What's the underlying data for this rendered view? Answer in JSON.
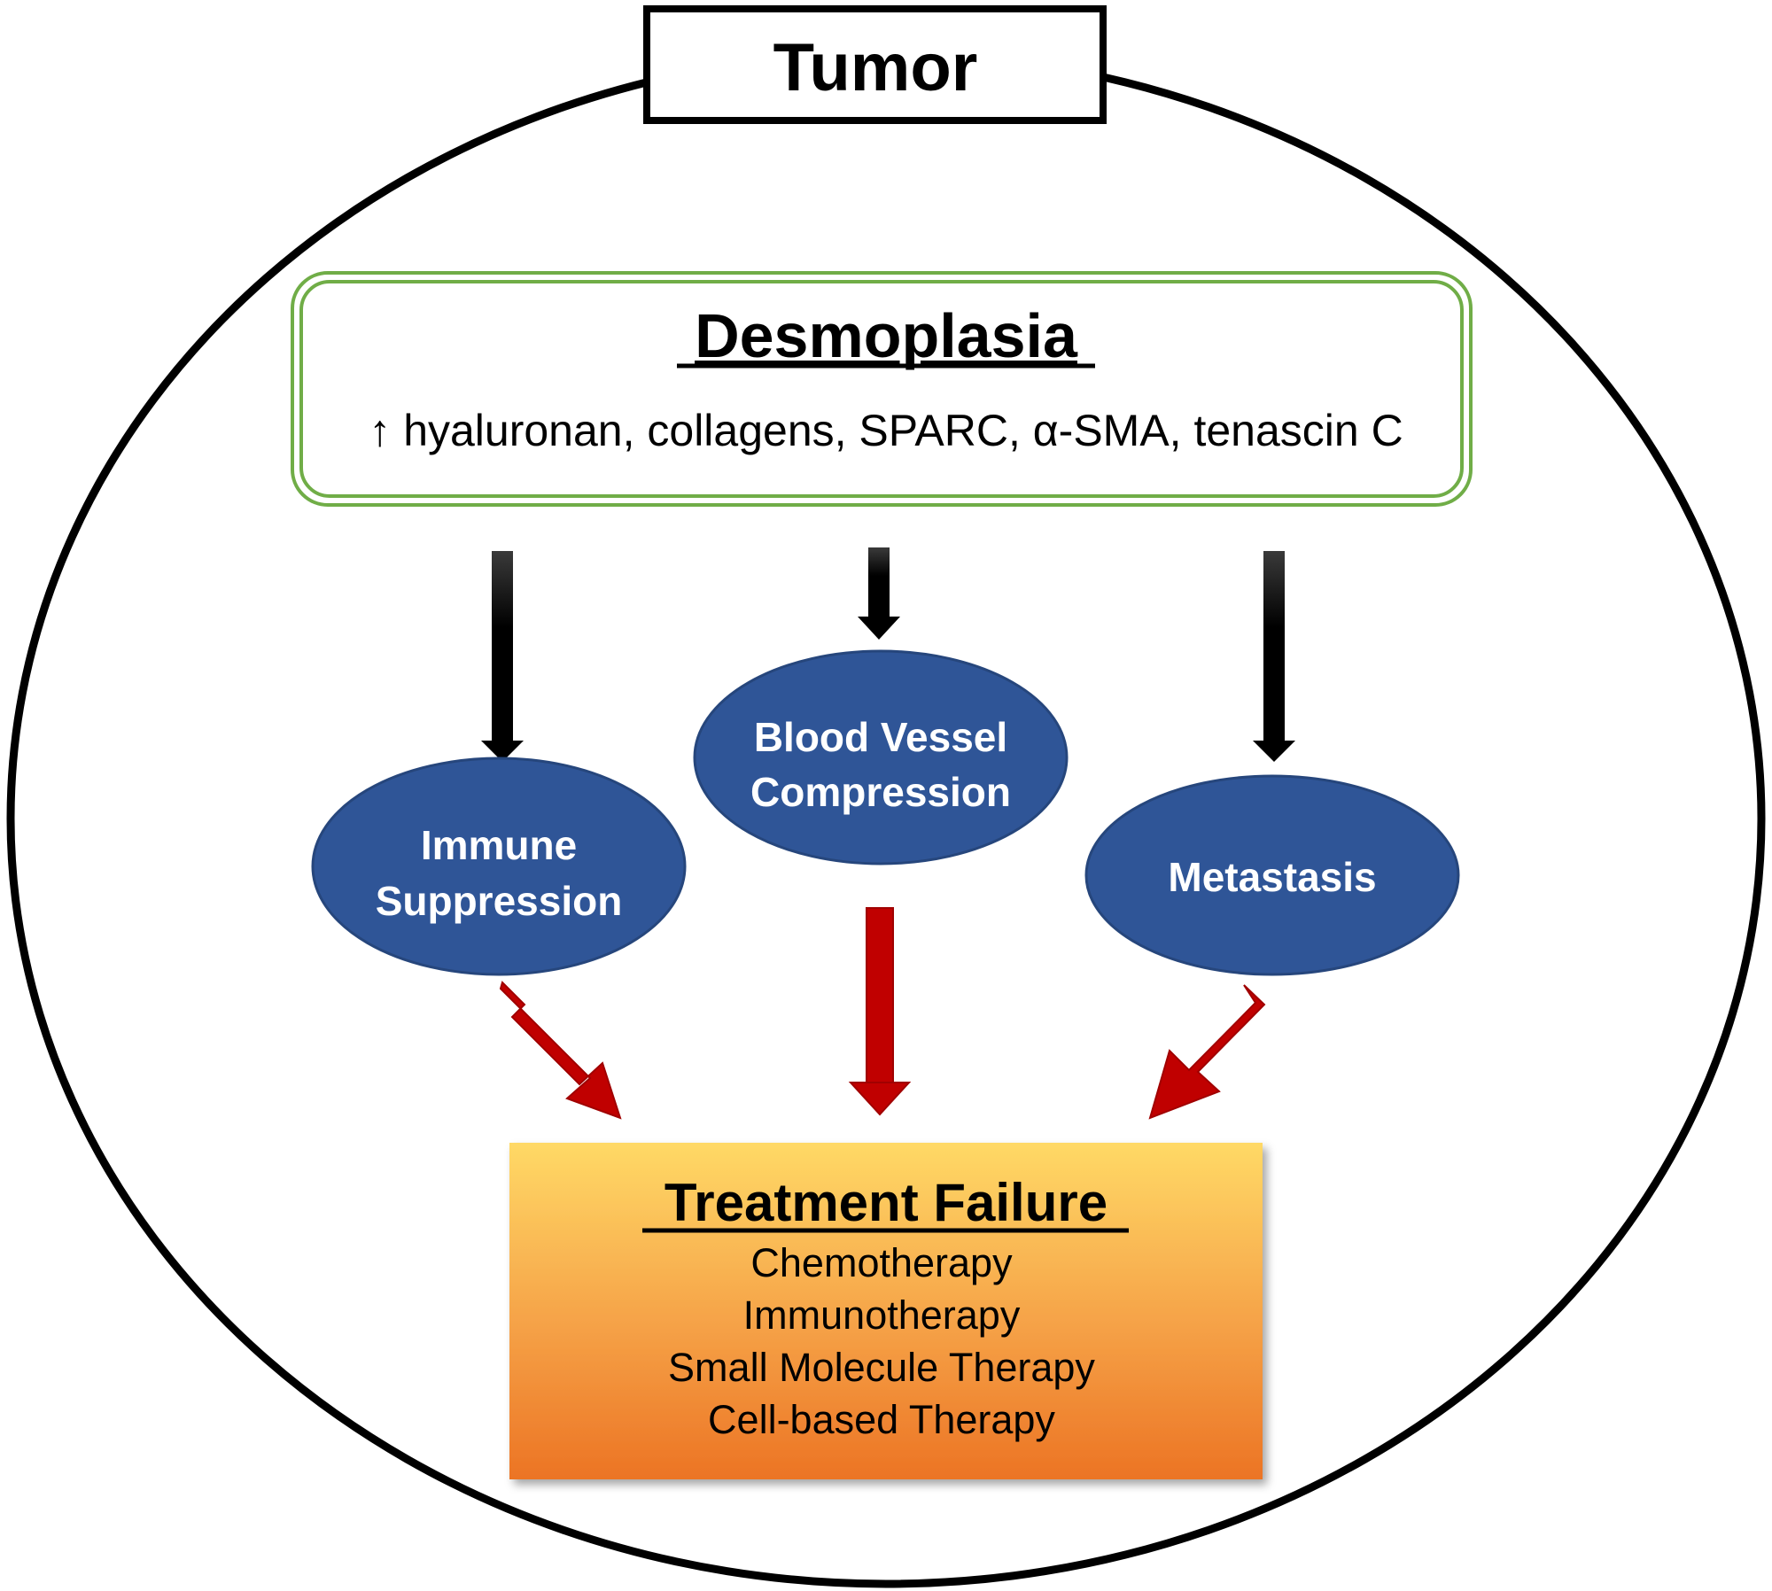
{
  "tumor": {
    "label": "Tumor"
  },
  "desmoplasia": {
    "title": "Desmoplasia",
    "components": "↑ hyaluronan, collagens, SPARC, α-SMA, tenascin C"
  },
  "effects": [
    {
      "line1": "Immune",
      "line2": "Suppression"
    },
    {
      "line1": "Blood Vessel",
      "line2": "Compression"
    },
    {
      "line1": "Metastasis",
      "line2": ""
    }
  ],
  "treatment_failure": {
    "title": "Treatment Failure",
    "items": [
      "Chemotherapy",
      "Immunotherapy",
      "Small Molecule Therapy",
      "Cell-based Therapy"
    ]
  },
  "colors": {
    "oval_fill": "#2f5597",
    "oval_stroke": "#26467c",
    "desmo_border": "#70ad47",
    "red_arrow": "#c00000",
    "box_top": "#ffd966",
    "box_bottom": "#ec7424"
  }
}
